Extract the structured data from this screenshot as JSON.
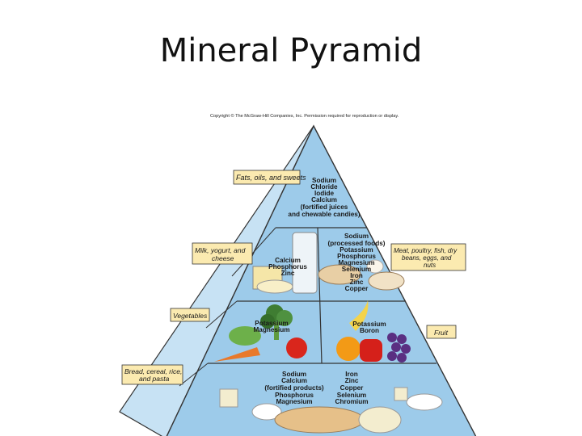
{
  "slide": {
    "title": "Mineral Pyramid"
  },
  "copyright": "Copyright © The McGraw-Hill Companies, Inc. Permission required for reproduction or display.",
  "tiers": {
    "top": {
      "label": "Fats, oils, and sweets",
      "minerals": [
        "Sodium",
        "Chloride",
        "Iodide",
        "Calcium",
        "(fortified juices",
        "and chewable candies)"
      ]
    },
    "dairy": {
      "label": [
        "Milk, yogurt, and",
        "cheese"
      ],
      "minerals": [
        "Calcium",
        "Phosphorus",
        "Zinc"
      ]
    },
    "meat": {
      "label": [
        "Meat, poultry, fish, dry",
        "beans, eggs, and",
        "nuts"
      ],
      "minerals": [
        "Sodium",
        "(processed foods)",
        "Potassium",
        "Phosphorus",
        "Magnesium",
        "Selenium",
        "Iron",
        "Zinc",
        "Copper"
      ]
    },
    "vegetables": {
      "label": "Vegetables",
      "minerals": [
        "Potassium",
        "Magnesium"
      ]
    },
    "fruit": {
      "label": "Fruit",
      "minerals": [
        "Potassium",
        "Boron"
      ]
    },
    "grains": {
      "label": [
        "Bread, cereal, rice,",
        "and pasta"
      ],
      "minerals_left": [
        "Sodium",
        "Calcium",
        "(fortified products)",
        "Phosphorus",
        "Magnesium"
      ],
      "minerals_right": [
        "Iron",
        "Zinc",
        "Copper",
        "Selenium",
        "Chromium"
      ]
    }
  },
  "colors": {
    "pyramid": "#9dcbea",
    "label_box": "#fbeab0",
    "outline": "#333333"
  }
}
